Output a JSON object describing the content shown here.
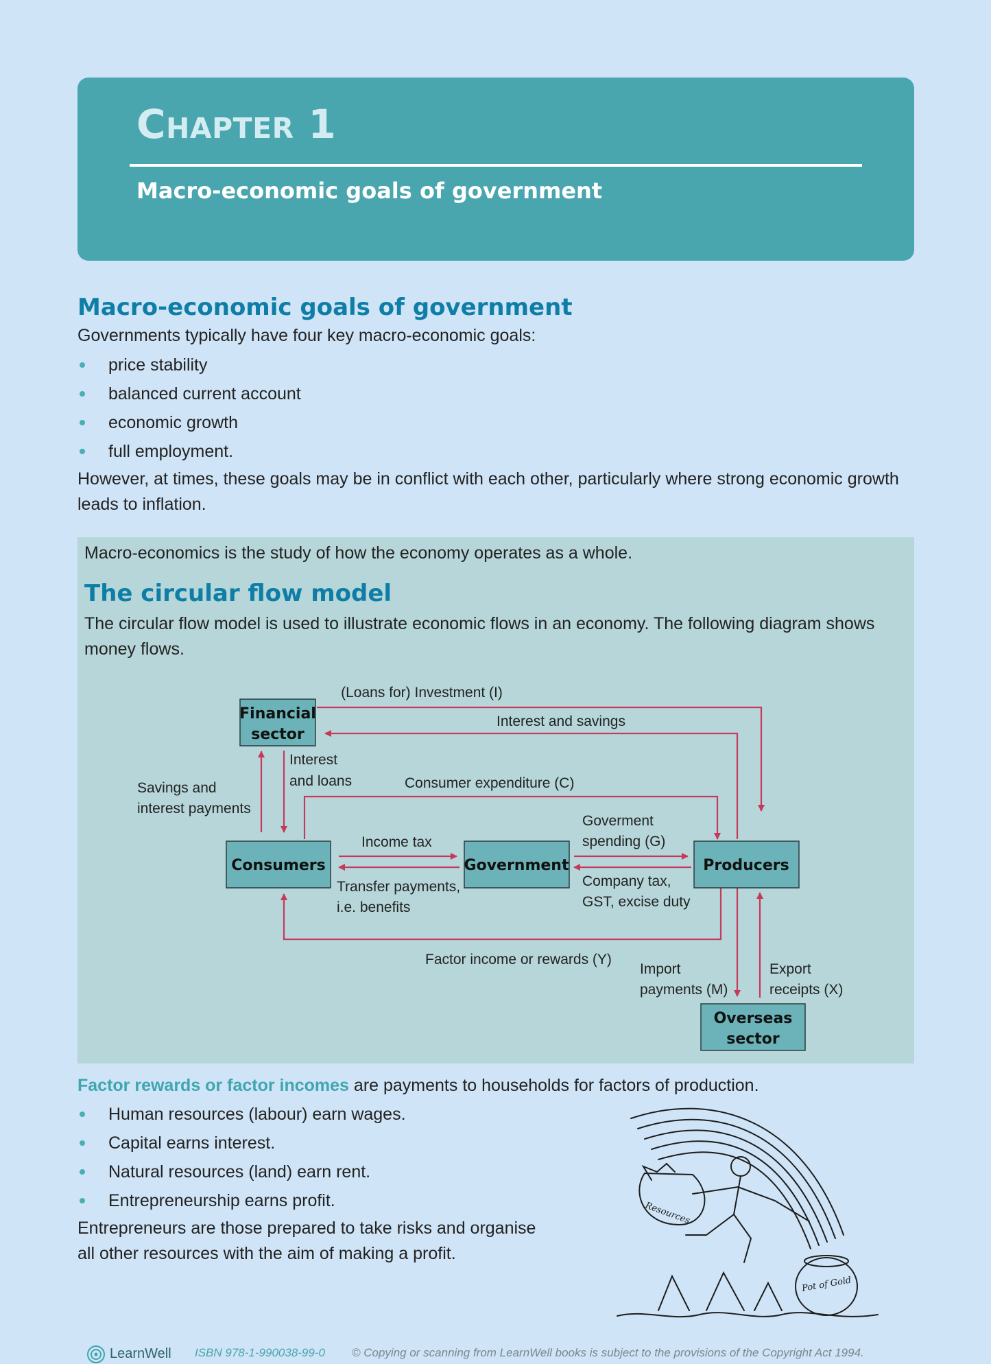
{
  "chapter": {
    "label": "Chapter 1",
    "subtitle": "Macro-economic goals of government"
  },
  "goals": {
    "heading": "Macro-economic goals of government",
    "intro": "Governments typically have four key macro-economic goals:",
    "items": [
      "price stability",
      "balanced current account",
      "economic growth",
      "full employment."
    ],
    "conclusion": "However, at times, these goals may be in conflict with each other, particularly where strong economic growth leads to inflation."
  },
  "circular_flow": {
    "definition": "Macro-economics is the study of how the economy operates as a whole.",
    "heading": "The circular flow model",
    "intro": "The circular flow model is used to illustrate economic flows in an economy. The following diagram shows money flows.",
    "nodes": {
      "financial_line1": "Financial",
      "financial_line2": "sector",
      "consumers": "Consumers",
      "government": "Government",
      "producers": "Producers",
      "overseas_line1": "Overseas",
      "overseas_line2": "sector"
    },
    "flows": {
      "investment": "(Loans for) Investment (I)",
      "interest_savings": "Interest and savings",
      "interest_loans_1": "Interest",
      "interest_loans_2": "and loans",
      "savings_payments_1": "Savings and",
      "savings_payments_2": "interest payments",
      "consumer_expenditure": "Consumer expenditure (C)",
      "gov_spending_1": "Goverment",
      "gov_spending_2": "spending (G)",
      "income_tax": "Income tax",
      "transfer_1": "Transfer payments,",
      "transfer_2": "i.e. benefits",
      "company_tax_1": "Company tax,",
      "company_tax_2": "GST, excise duty",
      "factor_income": "Factor income or rewards (Y)",
      "import_1": "Import",
      "import_2": "payments (M)",
      "export_1": "Export",
      "export_2": "receipts (X)"
    }
  },
  "factor_rewards": {
    "term": "Factor rewards or factor incomes",
    "definition": " are payments to households for factors of production.",
    "items": [
      "Human resources (labour) earn wages.",
      "Capital earns interest.",
      "Natural resources (land) earn rent.",
      "Entrepreneurship earns profit."
    ],
    "entrepreneurs_1": "Entrepreneurs are those prepared to take risks and organise",
    "entrepreneurs_2": "all other resources with the aim of making a profit."
  },
  "cartoon": {
    "bag_label": "Resources",
    "pot_label": "Pot of Gold"
  },
  "footer": {
    "brand": "LearnWell",
    "isbn": "ISBN 978-1-990038-99-0",
    "copyright": "© Copying or scanning from LearnWell books is subject to the provisions of the Copyright Act 1994."
  },
  "colors": {
    "page_bg": "#cfe4f6",
    "banner": "#49a6ae",
    "heading": "#0f7ea6",
    "panel": "#b6d6d9",
    "box": "#6bb3b8",
    "arrow": "#c8385a"
  }
}
